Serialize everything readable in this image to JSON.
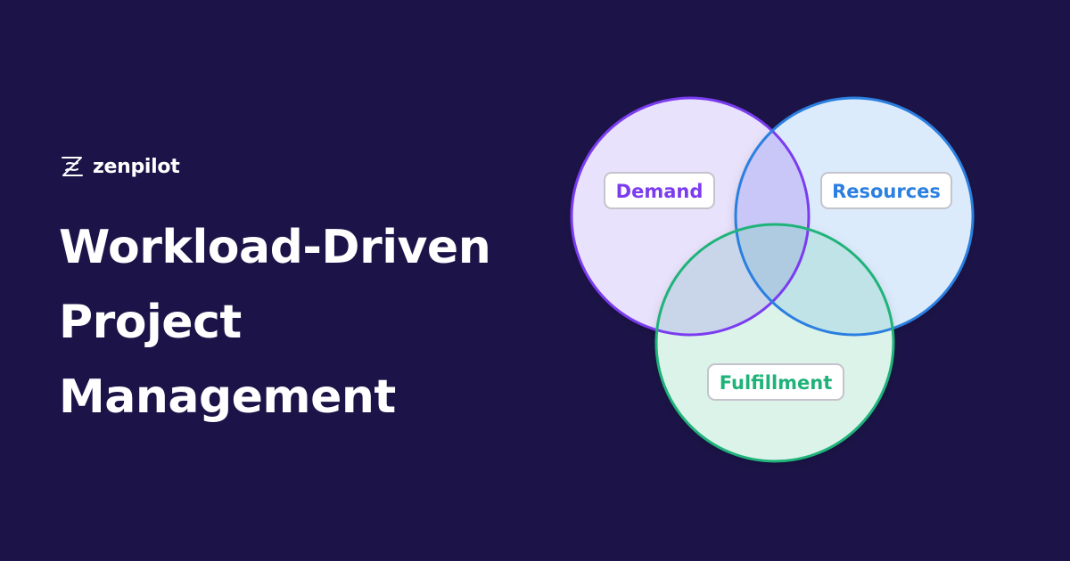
{
  "brand": {
    "name": "zenpilot",
    "icon": "zenpilot-logo-icon"
  },
  "headline": {
    "lines": [
      "Workload-Driven",
      "Project",
      "Management"
    ]
  },
  "venn": {
    "sets": [
      {
        "label": "Demand",
        "color": "#7b3cf0",
        "fill": "#e9e2fc"
      },
      {
        "label": "Resources",
        "color": "#2b7fe0",
        "fill": "#dcebfc"
      },
      {
        "label": "Fulfillment",
        "color": "#1fb37a",
        "fill": "#dcf3ea"
      }
    ],
    "overlap_colors": {
      "demand_resources": "#c9c7f7",
      "demand_fulfillment": "#c9d6ea",
      "resources_fulfillment": "#bfe3e6",
      "all": "#aecbe2"
    },
    "label_border": "#c4c4cc",
    "label_background": "#ffffff"
  },
  "colors": {
    "background": "#1c1448",
    "text": "#ffffff"
  }
}
